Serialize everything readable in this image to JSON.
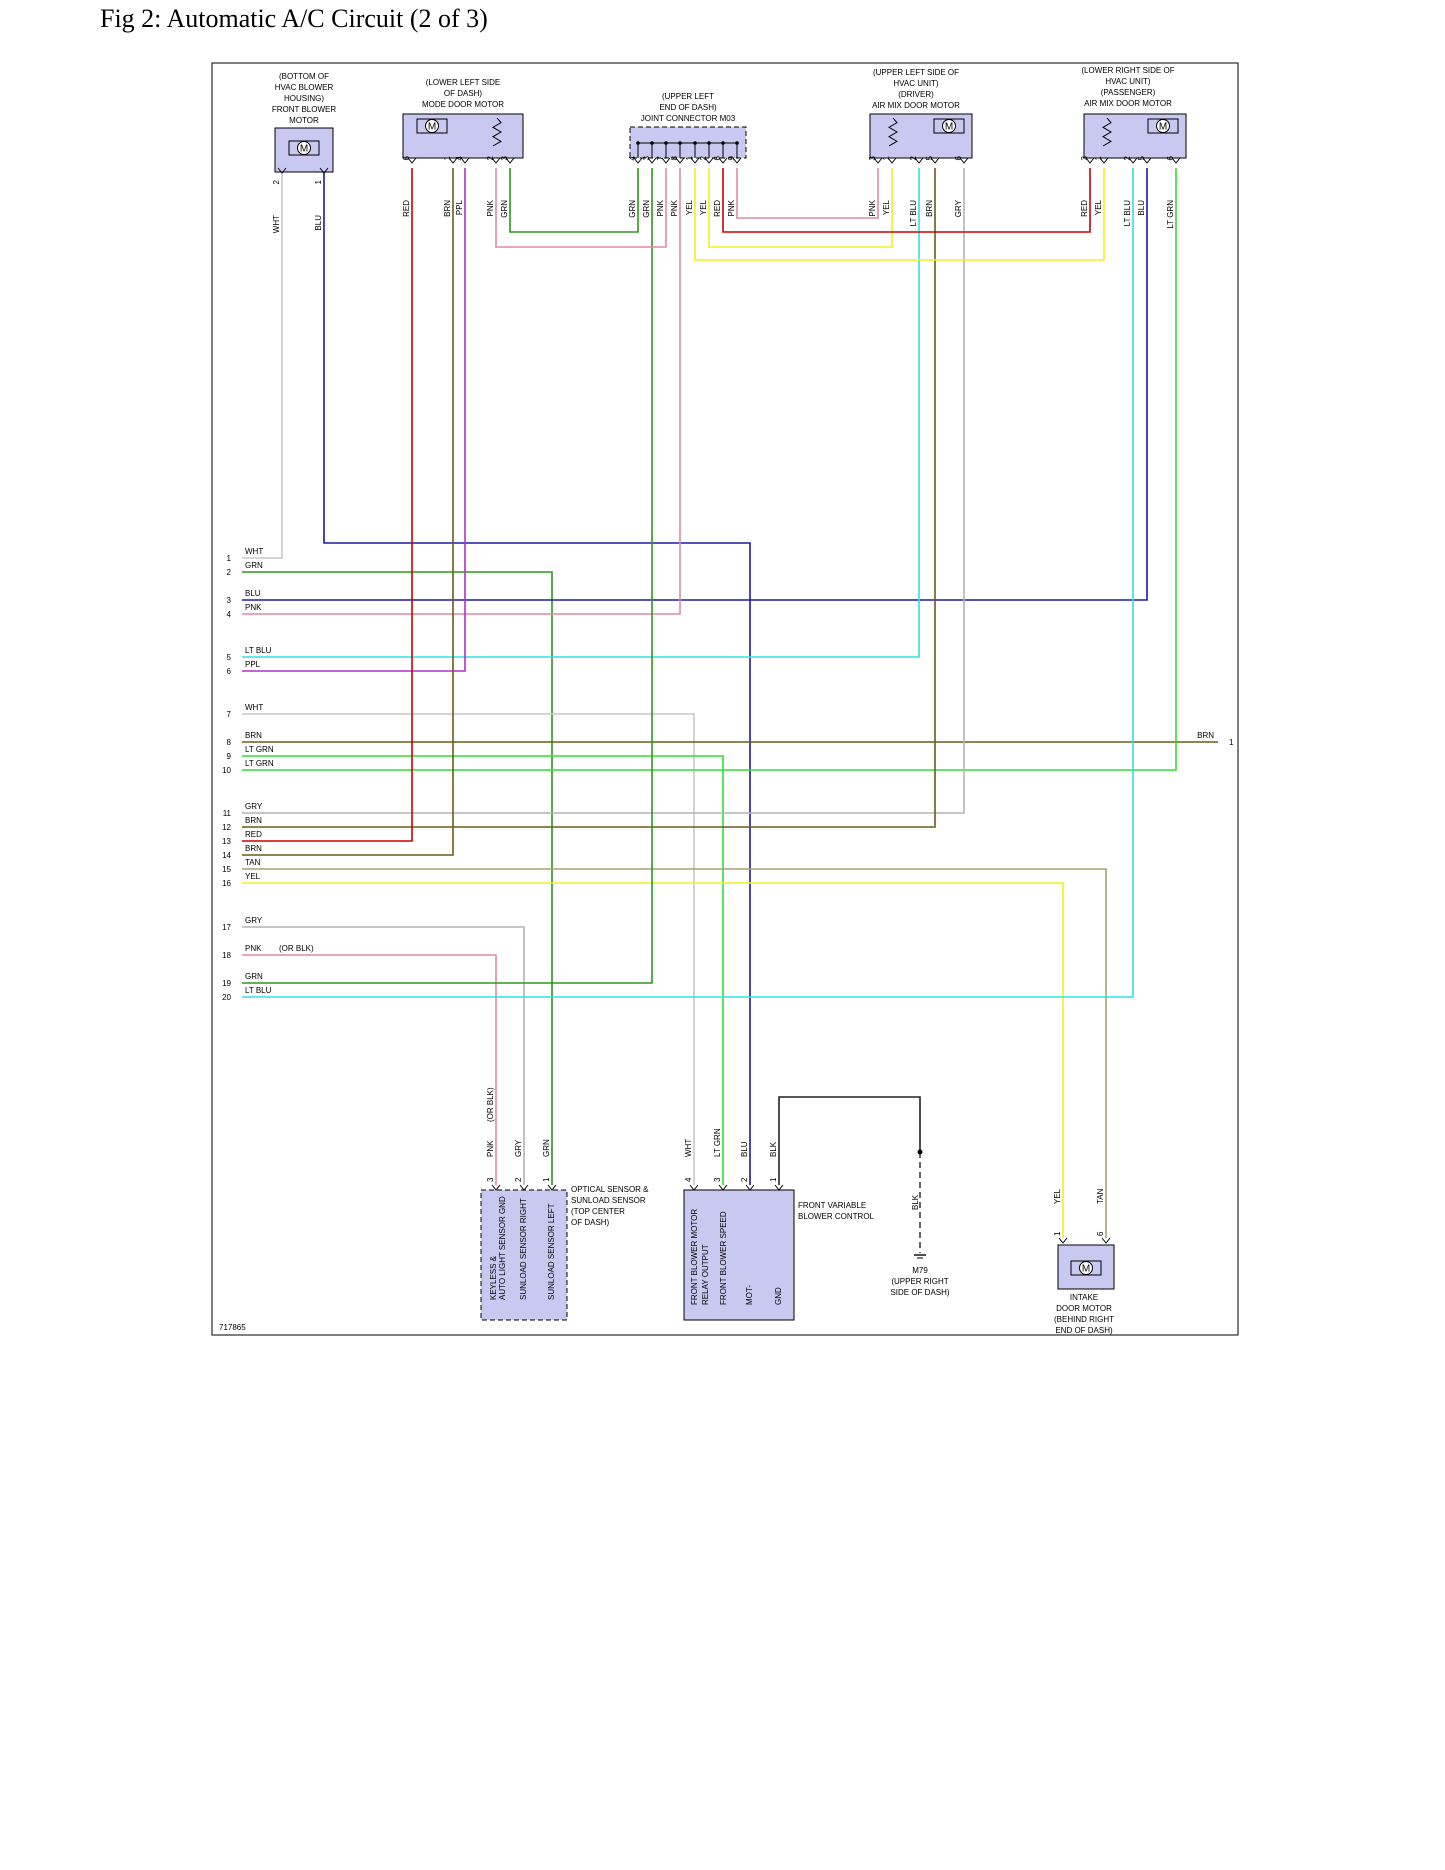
{
  "title": "Fig 2: Automatic A/C Circuit (2 of 3)",
  "figure_id": "717865",
  "colors": {
    "WHT": "#c8c8c8",
    "GRN": "#2a9a1a",
    "BLU": "#1a1aa0",
    "PNK": "#e08aa0",
    "LTBLU": "#30e0e8",
    "PPL": "#b030c8",
    "BRN": "#6b5a1e",
    "LTGRN": "#30e030",
    "GRY": "#b4b4b4",
    "RED": "#cc0000",
    "TAN": "#a8a070",
    "YEL": "#f0f020",
    "BLK": "#222222",
    "component_fill": "#c8c8f0"
  },
  "components": {
    "front_blower": {
      "lines": [
        "(BOTTOM OF",
        "HVAC BLOWER",
        "HOUSING)",
        "FRONT BLOWER",
        "MOTOR"
      ],
      "pins": [
        "2",
        "1"
      ],
      "wires": [
        "WHT",
        "BLU"
      ],
      "motor": "M"
    },
    "mode_door": {
      "lines": [
        "(LOWER LEFT SIDE",
        "OF DASH)",
        "MODE DOOR MOTOR"
      ],
      "pins": [
        "6",
        "1",
        "4",
        "2",
        "3"
      ],
      "wires": [
        "RED",
        "BRN",
        "PPL",
        "PNK",
        "GRN"
      ],
      "motor": "M"
    },
    "joint": {
      "lines": [
        "(UPPER LEFT",
        "END OF DASH)",
        "JOINT CONNECTOR M03"
      ],
      "pins": [
        "4",
        "3",
        "7",
        "8",
        "1",
        "2",
        "6",
        "9"
      ],
      "wires": [
        "GRN",
        "GRN",
        "PNK",
        "PNK",
        "YEL",
        "YEL",
        "RED",
        "PNK"
      ]
    },
    "driver_mix": {
      "lines": [
        "(UPPER LEFT SIDE OF",
        "HVAC UNIT)",
        "(DRIVER)",
        "AIR MIX DOOR MOTOR"
      ],
      "pins": [
        "3",
        "1",
        "2",
        "5",
        "6"
      ],
      "wires": [
        "PNK",
        "YEL",
        "LT BLU",
        "BRN",
        "GRY"
      ],
      "motor": "M"
    },
    "pass_mix": {
      "lines": [
        "(LOWER RIGHT SIDE OF",
        "HVAC UNIT)",
        "(PASSENGER)",
        "AIR MIX DOOR MOTOR"
      ],
      "pins": [
        "3",
        "1",
        "2",
        "5",
        "6"
      ],
      "wires": [
        "RED",
        "YEL",
        "LT BLU",
        "BLU",
        "LT GRN"
      ],
      "motor": "M"
    },
    "optical": {
      "lines": [
        "OPTICAL SENSOR &",
        "SUNLOAD SENSOR",
        "(TOP CENTER",
        "OF DASH)"
      ],
      "pins": [
        "3",
        "2",
        "1"
      ],
      "wires": [
        "PNK",
        "GRY",
        "GRN"
      ],
      "extra": "(OR BLK)",
      "internal": [
        "KEYLESS &",
        "AUTO LIGHT SENSOR GND",
        "SUNLOAD SENSOR RIGHT",
        "SUNLOAD SENSOR LEFT"
      ]
    },
    "fvbc": {
      "lines": [
        "FRONT VARIABLE",
        "BLOWER CONTROL"
      ],
      "pins": [
        "4",
        "3",
        "2",
        "1"
      ],
      "wires": [
        "WHT",
        "LT GRN",
        "BLU",
        "BLK"
      ],
      "internal": [
        "FRONT BLOWER MOTOR",
        "RELAY OUTPUT",
        "FRONT BLOWER SPEED",
        "MOT-",
        "GND"
      ]
    },
    "ground": {
      "lines": [
        "M79",
        "(UPPER RIGHT",
        "SIDE OF DASH)"
      ],
      "wire": "BLK"
    },
    "intake": {
      "lines": [
        "INTAKE",
        "DOOR MOTOR",
        "(BEHIND RIGHT",
        "END OF DASH)"
      ],
      "pins": [
        "1",
        "6"
      ],
      "wires": [
        "YEL",
        "TAN"
      ],
      "motor": "M"
    }
  },
  "harness": [
    {
      "pin": "1",
      "wire": "WHT"
    },
    {
      "pin": "2",
      "wire": "GRN"
    },
    {
      "pin": "3",
      "wire": "BLU"
    },
    {
      "pin": "4",
      "wire": "PNK"
    },
    {
      "pin": "5",
      "wire": "LT BLU"
    },
    {
      "pin": "6",
      "wire": "PPL"
    },
    {
      "pin": "7",
      "wire": "WHT"
    },
    {
      "pin": "8",
      "wire": "BRN"
    },
    {
      "pin": "9",
      "wire": "LT GRN"
    },
    {
      "pin": "10",
      "wire": "LT GRN"
    },
    {
      "pin": "11",
      "wire": "GRY"
    },
    {
      "pin": "12",
      "wire": "BRN"
    },
    {
      "pin": "13",
      "wire": "RED"
    },
    {
      "pin": "14",
      "wire": "BRN"
    },
    {
      "pin": "15",
      "wire": "TAN"
    },
    {
      "pin": "16",
      "wire": "YEL"
    },
    {
      "pin": "17",
      "wire": "GRY"
    },
    {
      "pin": "18",
      "wire": "PNK",
      "extra": "(OR BLK)"
    },
    {
      "pin": "19",
      "wire": "GRN"
    },
    {
      "pin": "20",
      "wire": "LT BLU"
    }
  ],
  "right_out": {
    "wire": "BRN",
    "pin": "1"
  }
}
